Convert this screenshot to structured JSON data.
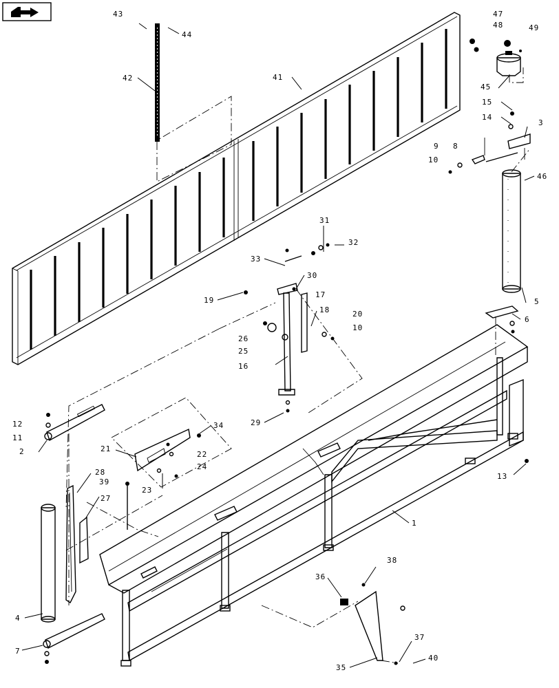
{
  "diagram": {
    "callouts": [
      {
        "id": "c43",
        "text": "43"
      },
      {
        "id": "c44",
        "text": "44"
      },
      {
        "id": "c42",
        "text": "42"
      },
      {
        "id": "c41",
        "text": "41"
      },
      {
        "id": "c47",
        "text": "47"
      },
      {
        "id": "c48",
        "text": "48"
      },
      {
        "id": "c49",
        "text": "49"
      },
      {
        "id": "c45",
        "text": "45"
      },
      {
        "id": "c15",
        "text": "15"
      },
      {
        "id": "c14",
        "text": "14"
      },
      {
        "id": "c3",
        "text": "3"
      },
      {
        "id": "c9",
        "text": "9"
      },
      {
        "id": "c8",
        "text": "8"
      },
      {
        "id": "c10a",
        "text": "10"
      },
      {
        "id": "c46",
        "text": "46"
      },
      {
        "id": "c31",
        "text": "31"
      },
      {
        "id": "c32",
        "text": "32"
      },
      {
        "id": "c33",
        "text": "33"
      },
      {
        "id": "c30",
        "text": "30"
      },
      {
        "id": "c19",
        "text": "19"
      },
      {
        "id": "c17",
        "text": "17"
      },
      {
        "id": "c18",
        "text": "18"
      },
      {
        "id": "c20",
        "text": "20"
      },
      {
        "id": "c10b",
        "text": "10"
      },
      {
        "id": "c26",
        "text": "26"
      },
      {
        "id": "c25",
        "text": "25"
      },
      {
        "id": "c16",
        "text": "16"
      },
      {
        "id": "c5",
        "text": "5"
      },
      {
        "id": "c6",
        "text": "6"
      },
      {
        "id": "c29",
        "text": "29"
      },
      {
        "id": "c12",
        "text": "12"
      },
      {
        "id": "c11",
        "text": "11"
      },
      {
        "id": "c2",
        "text": "2"
      },
      {
        "id": "c34",
        "text": "34"
      },
      {
        "id": "c21",
        "text": "21"
      },
      {
        "id": "c22",
        "text": "22"
      },
      {
        "id": "c24",
        "text": "24"
      },
      {
        "id": "c23",
        "text": "23"
      },
      {
        "id": "c13",
        "text": "13"
      },
      {
        "id": "c28",
        "text": "28"
      },
      {
        "id": "c39",
        "text": "39"
      },
      {
        "id": "c27",
        "text": "27"
      },
      {
        "id": "c1",
        "text": "1"
      },
      {
        "id": "c38",
        "text": "38"
      },
      {
        "id": "c36",
        "text": "36"
      },
      {
        "id": "c4",
        "text": "4"
      },
      {
        "id": "c37",
        "text": "37"
      },
      {
        "id": "c7",
        "text": "7"
      },
      {
        "id": "c40",
        "text": "40"
      },
      {
        "id": "c35",
        "text": "35"
      }
    ]
  },
  "nav": {
    "icon": "next-page-arrow-icon"
  }
}
